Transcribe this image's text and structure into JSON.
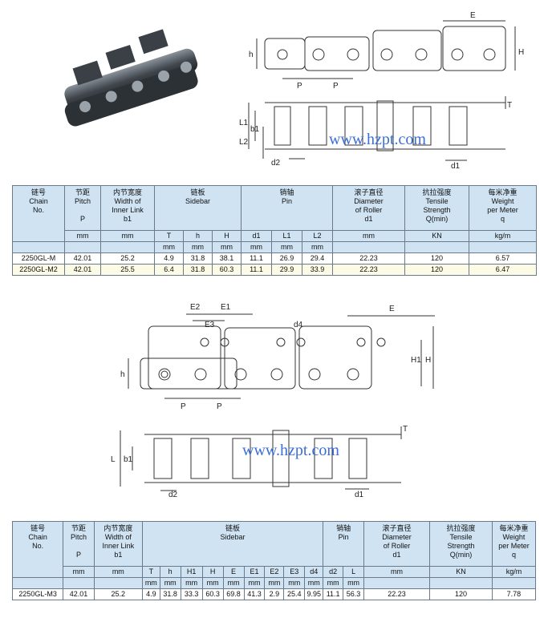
{
  "watermark": "www.hzpt.com",
  "table1": {
    "headers": {
      "chain_no": [
        "链号",
        "Chain",
        "No."
      ],
      "pitch": [
        "节距",
        "Pitch",
        "",
        "P",
        "mm"
      ],
      "inner_width": [
        "内节宽度",
        "Width of",
        "Inner Link",
        "b1",
        "mm"
      ],
      "sidebar": [
        "链板",
        "Sidebar"
      ],
      "pin": [
        "销轴",
        "Pin"
      ],
      "roller": [
        "滚子直径",
        "Diameter",
        "of Roller",
        "d1",
        "mm"
      ],
      "tensile": [
        "抗拉强度",
        "Tensile",
        "Strength",
        "Q(min)",
        "KN"
      ],
      "weight": [
        "每米净重",
        "Weight",
        "per Meter",
        "q",
        "kg/m"
      ]
    },
    "sub_headers": [
      "T",
      "h",
      "H",
      "d1",
      "L1",
      "L2"
    ],
    "units": [
      "mm",
      "mm",
      "mm",
      "mm",
      "mm",
      "mm"
    ],
    "rows": [
      [
        "2250GL-M",
        "42.01",
        "25.2",
        "4.9",
        "31.8",
        "38.1",
        "11.1",
        "26.9",
        "29.4",
        "22.23",
        "120",
        "6.57"
      ],
      [
        "2250GL-M2",
        "42.01",
        "25.5",
        "6.4",
        "31.8",
        "60.3",
        "11.1",
        "29.9",
        "33.9",
        "22.23",
        "120",
        "6.47"
      ]
    ]
  },
  "table2": {
    "headers": {
      "chain_no": [
        "链号",
        "Chain",
        "No."
      ],
      "pitch": [
        "节距",
        "Pitch",
        "",
        "P",
        "mm"
      ],
      "inner_width": [
        "内节宽度",
        "Width of",
        "Inner Link",
        "b1",
        "mm"
      ],
      "sidebar": [
        "链板",
        "Sidebar"
      ],
      "pin": [
        "销轴",
        "Pin"
      ],
      "roller": [
        "滚子直径",
        "Diameter",
        "of Roller",
        "d1",
        "mm"
      ],
      "tensile": [
        "抗拉强度",
        "Tensile",
        "Strength",
        "Q(min)",
        "KN"
      ],
      "weight": [
        "每米净重",
        "Weight",
        "per Meter",
        "q",
        "kg/m"
      ]
    },
    "sub_headers": [
      "T",
      "h",
      "H1",
      "H",
      "E",
      "E1",
      "E2",
      "E3",
      "d4",
      "d2",
      "L"
    ],
    "units": [
      "mm",
      "mm",
      "mm",
      "mm",
      "mm",
      "mm",
      "mm",
      "mm",
      "mm",
      "mm",
      "mm"
    ],
    "rows": [
      [
        "2250GL-M3",
        "42.01",
        "25.2",
        "4.9",
        "31.8",
        "33.3",
        "60.3",
        "69.8",
        "41.3",
        "2.9",
        "25.4",
        "9.95",
        "11.1",
        "56.3",
        "22.23",
        "120",
        "7.78"
      ]
    ]
  },
  "drawing1": {
    "labels": [
      "E",
      "h",
      "H",
      "P",
      "P",
      "T",
      "L1",
      "b1",
      "L2",
      "d2",
      "d1"
    ]
  },
  "drawing2": {
    "labels": [
      "E2",
      "E1",
      "E3",
      "d4",
      "E",
      "H1",
      "H",
      "h",
      "P",
      "P",
      "T",
      "L",
      "b1",
      "d2",
      "d1"
    ]
  }
}
